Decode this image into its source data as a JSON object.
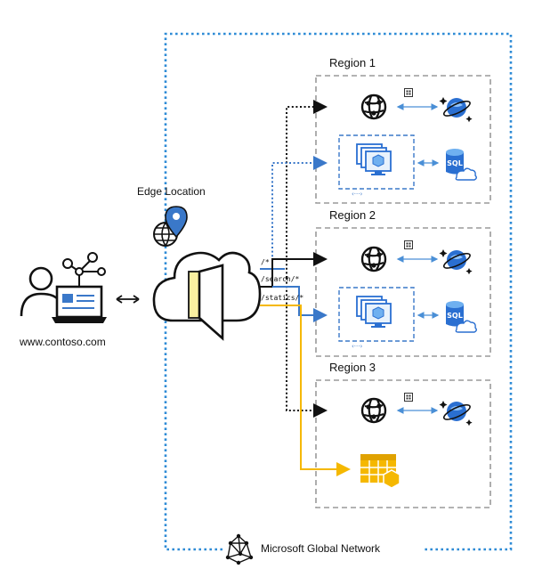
{
  "edge_location_label": "Edge Location",
  "site_label": "www.contoso.com",
  "network_label": "Microsoft Global Network",
  "regions": [
    {
      "title": "Region 1"
    },
    {
      "title": "Region 2"
    },
    {
      "title": "Region 3"
    }
  ],
  "routes": [
    {
      "path": "/*"
    },
    {
      "path": "/search/*"
    },
    {
      "path": "/statics/*"
    }
  ],
  "colors": {
    "network_border": "#2e8bd6",
    "azure_blue": "#3a78c9",
    "static_yellow": "#f5b800",
    "region_border": "#9a9a9a",
    "icon_black": "#111111"
  },
  "icons": [
    "user-laptop-icon",
    "bidirectional-arrow-icon",
    "globe-pin-icon",
    "front-door-cloud-icon",
    "traffic-manager-icon",
    "cosmos-db-icon",
    "vm-scale-set-icon",
    "sql-database-icon",
    "storage-table-icon",
    "network-mesh-icon"
  ]
}
